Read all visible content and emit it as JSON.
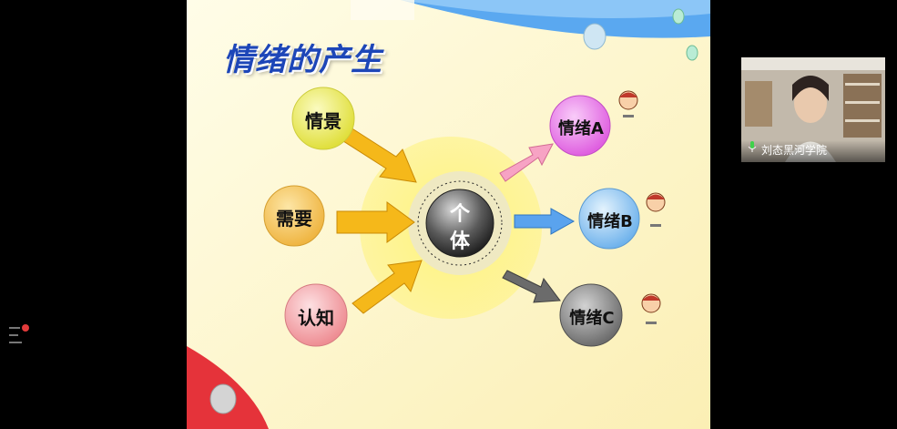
{
  "slide": {
    "title": "情绪的产生",
    "inputs": [
      {
        "id": "scene",
        "label": "情景",
        "color": "#ecec5a"
      },
      {
        "id": "need",
        "label": "需要",
        "color": "#f3c258"
      },
      {
        "id": "cognition",
        "label": "认知",
        "color": "#f3a1a5"
      }
    ],
    "center": {
      "label_top": "个",
      "label_bottom": "体"
    },
    "outputs": [
      {
        "id": "a",
        "label": "情绪A",
        "color": "#e77de8",
        "arrow_color": "#f08fb4"
      },
      {
        "id": "b",
        "label": "情绪B",
        "color": "#8fc7f3",
        "arrow_color": "#5aa3ee"
      },
      {
        "id": "c",
        "label": "情绪C",
        "color": "#8a8a8a",
        "arrow_color": "#6b6b6b"
      }
    ],
    "input_arrow_color": "#f5b81a"
  },
  "participant": {
    "name": "刘态黑河学院"
  }
}
